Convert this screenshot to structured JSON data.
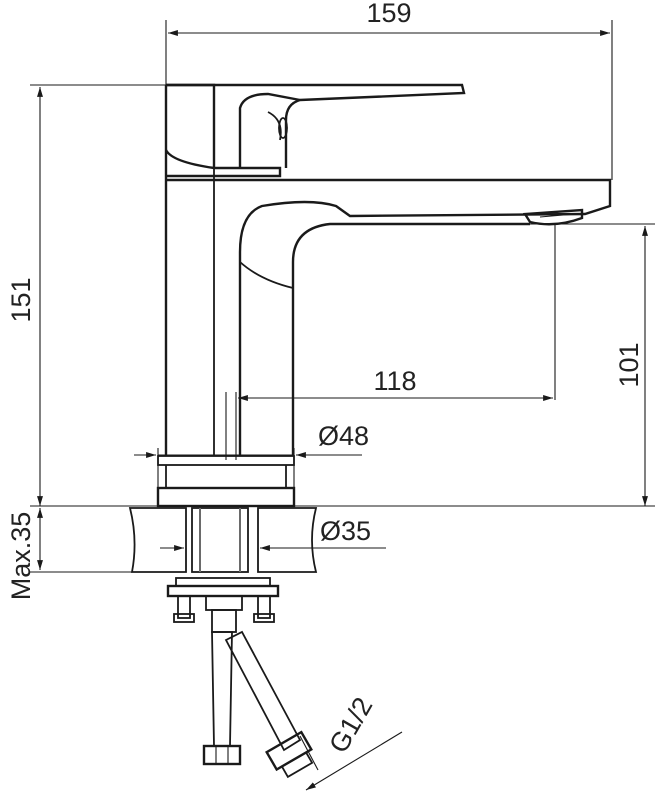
{
  "dimensions": {
    "overall_width": "159",
    "overall_height": "151",
    "spout_height": "101",
    "spout_reach": "118",
    "base_diameter": "Ø48",
    "hole_diameter": "Ø35",
    "max_deck_thickness": "Max.35",
    "hose_thread": "G1/2"
  }
}
